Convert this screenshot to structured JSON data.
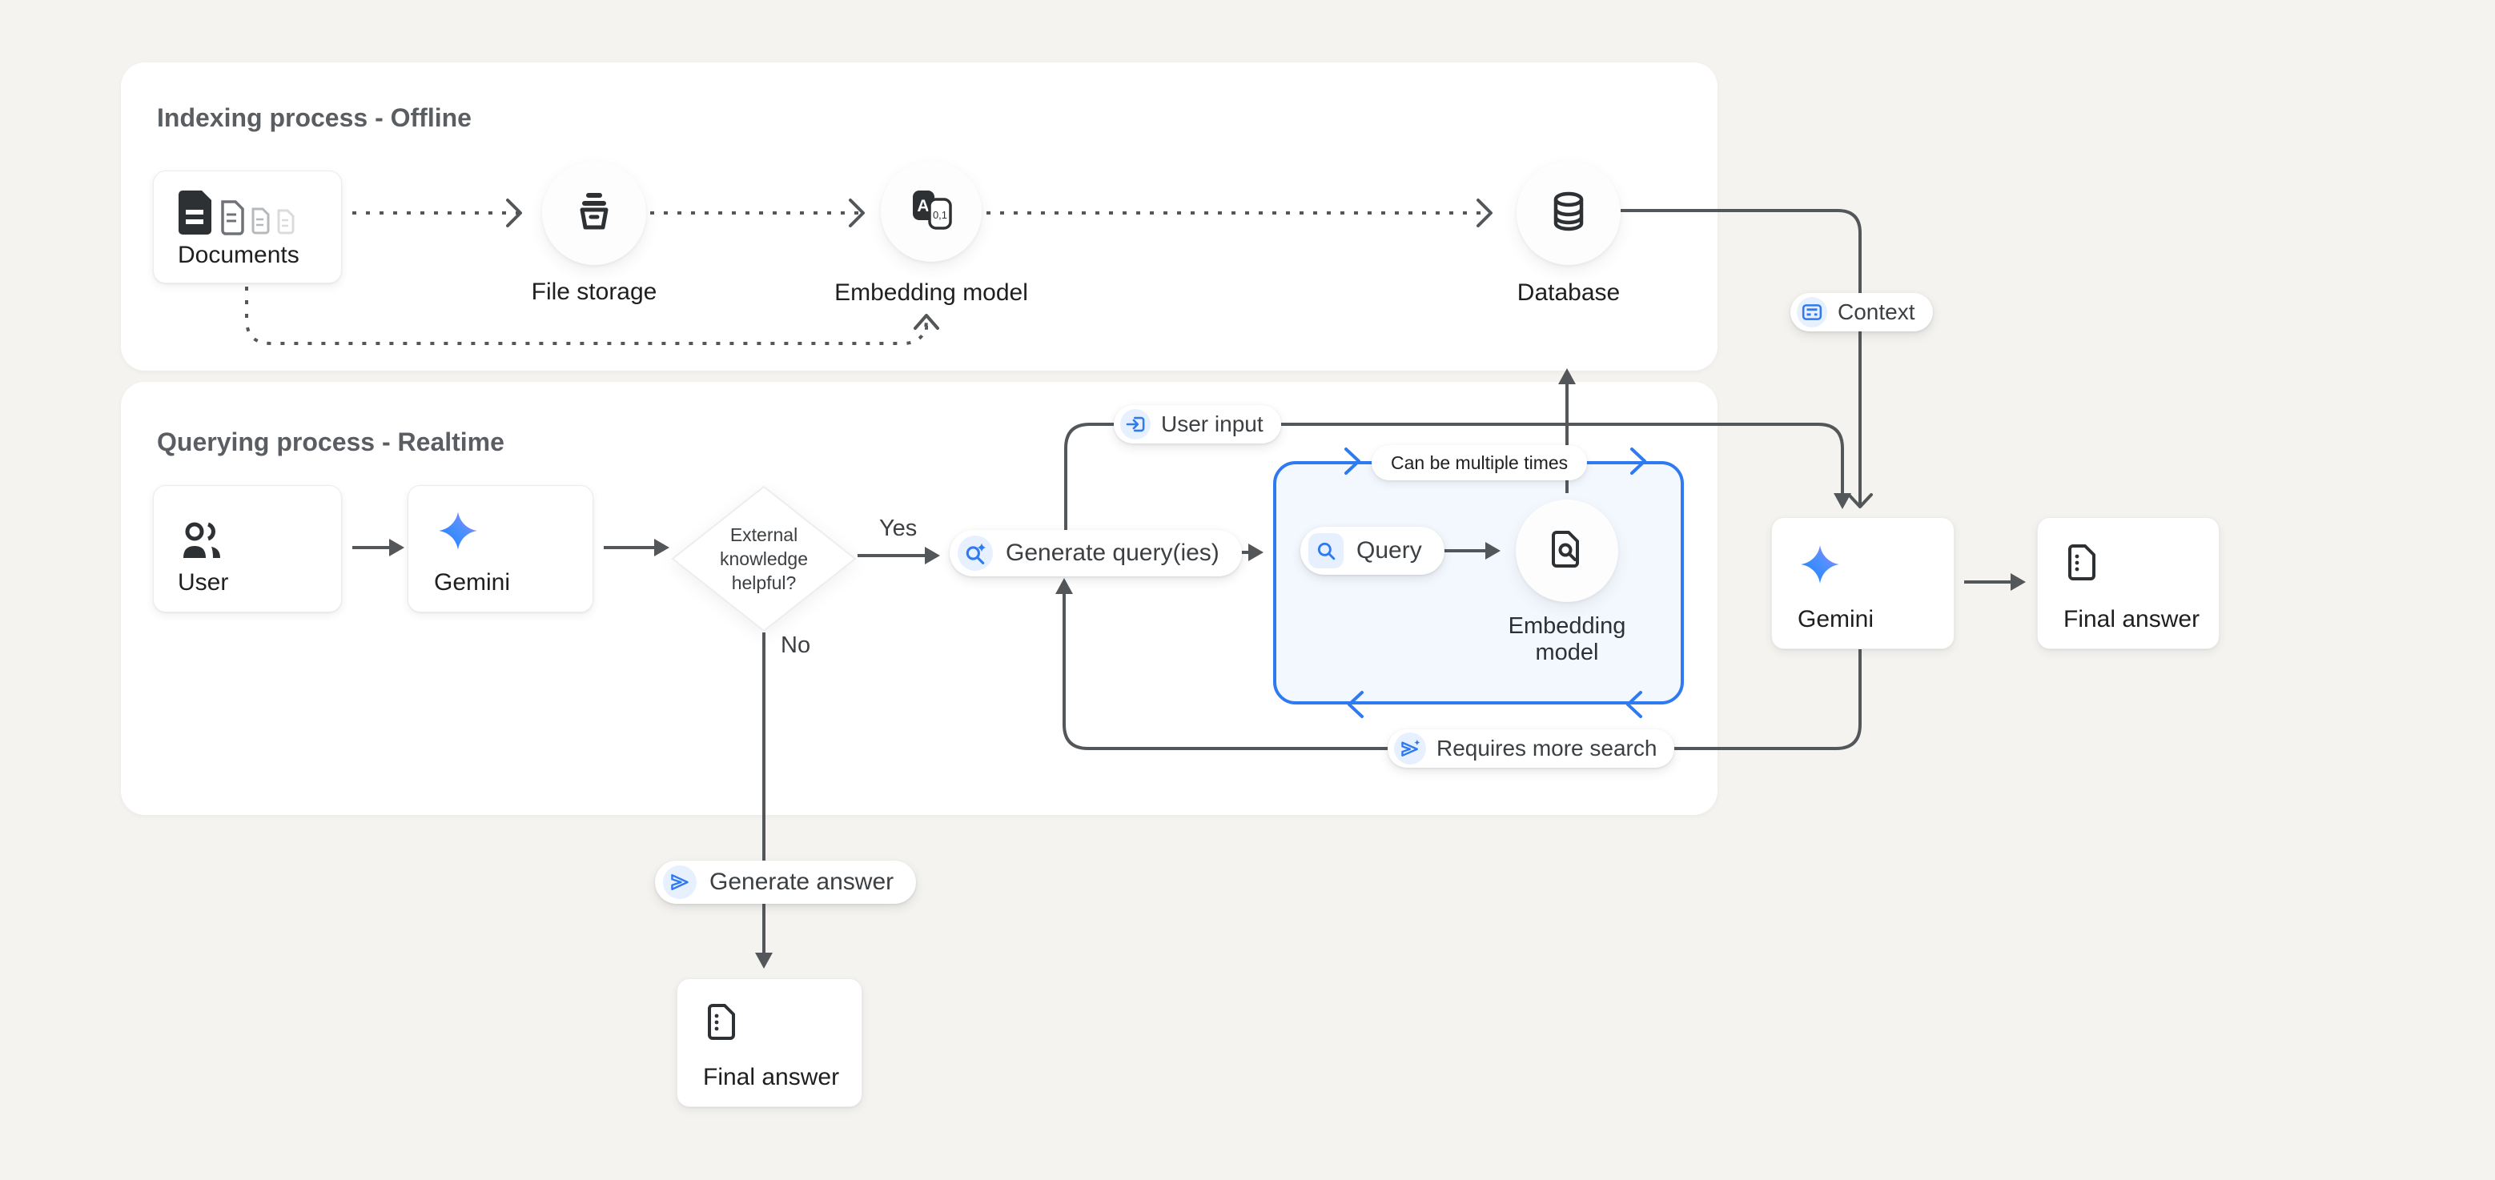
{
  "colors": {
    "background": "#f4f3f0",
    "panel": "#ffffff",
    "line_gray": "#54575a",
    "icon_dark": "#2e3134",
    "accent_blue": "#2f7af0",
    "chip_blue": "#e7f0fe",
    "loop_box_fill": "#f3f8fe",
    "gemini_gradient": [
      "#1c7dfd",
      "#a780ff"
    ]
  },
  "indexing": {
    "title": "Indexing process - Offline",
    "nodes": {
      "documents": "Documents",
      "file_storage": "File storage",
      "embedding_model": "Embedding model",
      "database": "Database"
    }
  },
  "querying": {
    "title": "Querying process - Realtime",
    "nodes": {
      "user": "User",
      "gemini": "Gemini",
      "decision_line1": "External",
      "decision_line2": "knowledge",
      "decision_line3": "helpful?",
      "yes": "Yes",
      "no": "No",
      "generate_queries": "Generate query(ies)",
      "user_input": "User input",
      "can_be_multiple_times": "Can be multiple times",
      "query": "Query",
      "embedding_model_line1": "Embedding",
      "embedding_model_line2": "model",
      "requires_more_search": "Requires more search",
      "gemini_right": "Gemini",
      "final_answer_right": "Final answer",
      "generate_answer": "Generate answer",
      "final_answer_bottom": "Final answer",
      "context": "Context"
    }
  }
}
